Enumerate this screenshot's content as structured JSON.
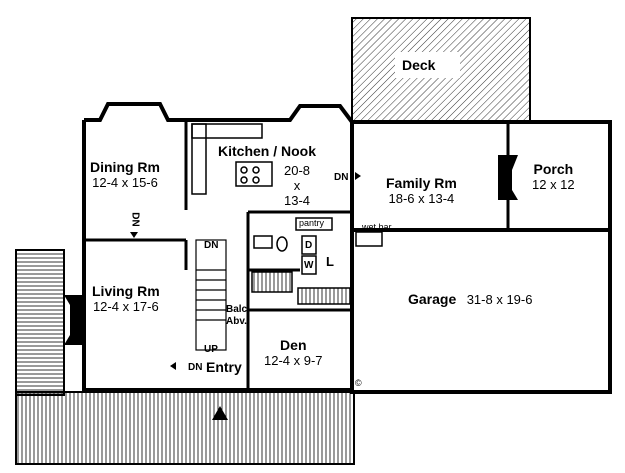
{
  "rooms": {
    "deck": {
      "name": "Deck"
    },
    "dining": {
      "name": "Dining Rm",
      "dims": "12-4 x 15-6"
    },
    "kitchen": {
      "name": "Kitchen / Nook",
      "dims_1": "20-8",
      "dims_2": "x",
      "dims_3": "13-4"
    },
    "family": {
      "name": "Family Rm",
      "dims": "18-6 x 13-4"
    },
    "porch": {
      "name": "Porch",
      "dims": "12 x 12"
    },
    "living": {
      "name": "Living Rm",
      "dims": "12-4 x 17-6"
    },
    "garage": {
      "name": "Garage",
      "dims": "31-8 x 19-6"
    },
    "den": {
      "name": "Den",
      "dims": "12-4 x 9-7"
    },
    "entry": {
      "name": "Entry"
    }
  },
  "annotations": {
    "pantry": "pantry",
    "wet_bar": "wet bar",
    "d": "D",
    "w": "W",
    "l": "L",
    "balc_1": "Balc.",
    "balc_2": "Abv.",
    "up": "UP",
    "dn": "DN",
    "copyright": "©"
  }
}
